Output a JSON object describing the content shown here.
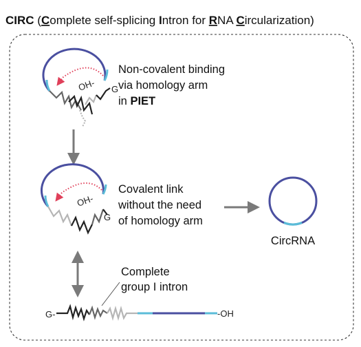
{
  "title": {
    "segments": [
      {
        "text": "CIRC",
        "bold": true,
        "underline": false
      },
      {
        "text": " (",
        "bold": false,
        "underline": false
      },
      {
        "text": "C",
        "bold": true,
        "underline": true
      },
      {
        "text": "omplete self-splicing ",
        "bold": false,
        "underline": false
      },
      {
        "text": "I",
        "bold": true,
        "underline": false
      },
      {
        "text": "ntron for ",
        "bold": false,
        "underline": false
      },
      {
        "text": "R",
        "bold": true,
        "underline": true
      },
      {
        "text": "NA ",
        "bold": false,
        "underline": false
      },
      {
        "text": "C",
        "bold": true,
        "underline": true
      },
      {
        "text": "ircularization)",
        "bold": false,
        "underline": false
      }
    ]
  },
  "step1": {
    "line1": "Non-covalent binding",
    "line2": "via homology arm",
    "line3_prefix": "in ",
    "line3_bold": "PIET",
    "oh": "OH-",
    "g": "G"
  },
  "step2": {
    "line1": "Covalent link",
    "line2": "without the need",
    "line3": "of homology arm",
    "oh": "OH-",
    "g": "G"
  },
  "product": {
    "label": "CircRNA"
  },
  "intron": {
    "line1": "Complete",
    "line2": "group I intron",
    "g_label": "G-",
    "oh_label": "-OH"
  },
  "colors": {
    "rna_blue": "#4a4fa0",
    "exon_cyan": "#5bbcd8",
    "attack_red": "#e0405a",
    "arrow_gray": "#7a7a7a",
    "dark_strand": "#222222",
    "mid_strand": "#666666",
    "light_strand": "#b5b5b5"
  }
}
